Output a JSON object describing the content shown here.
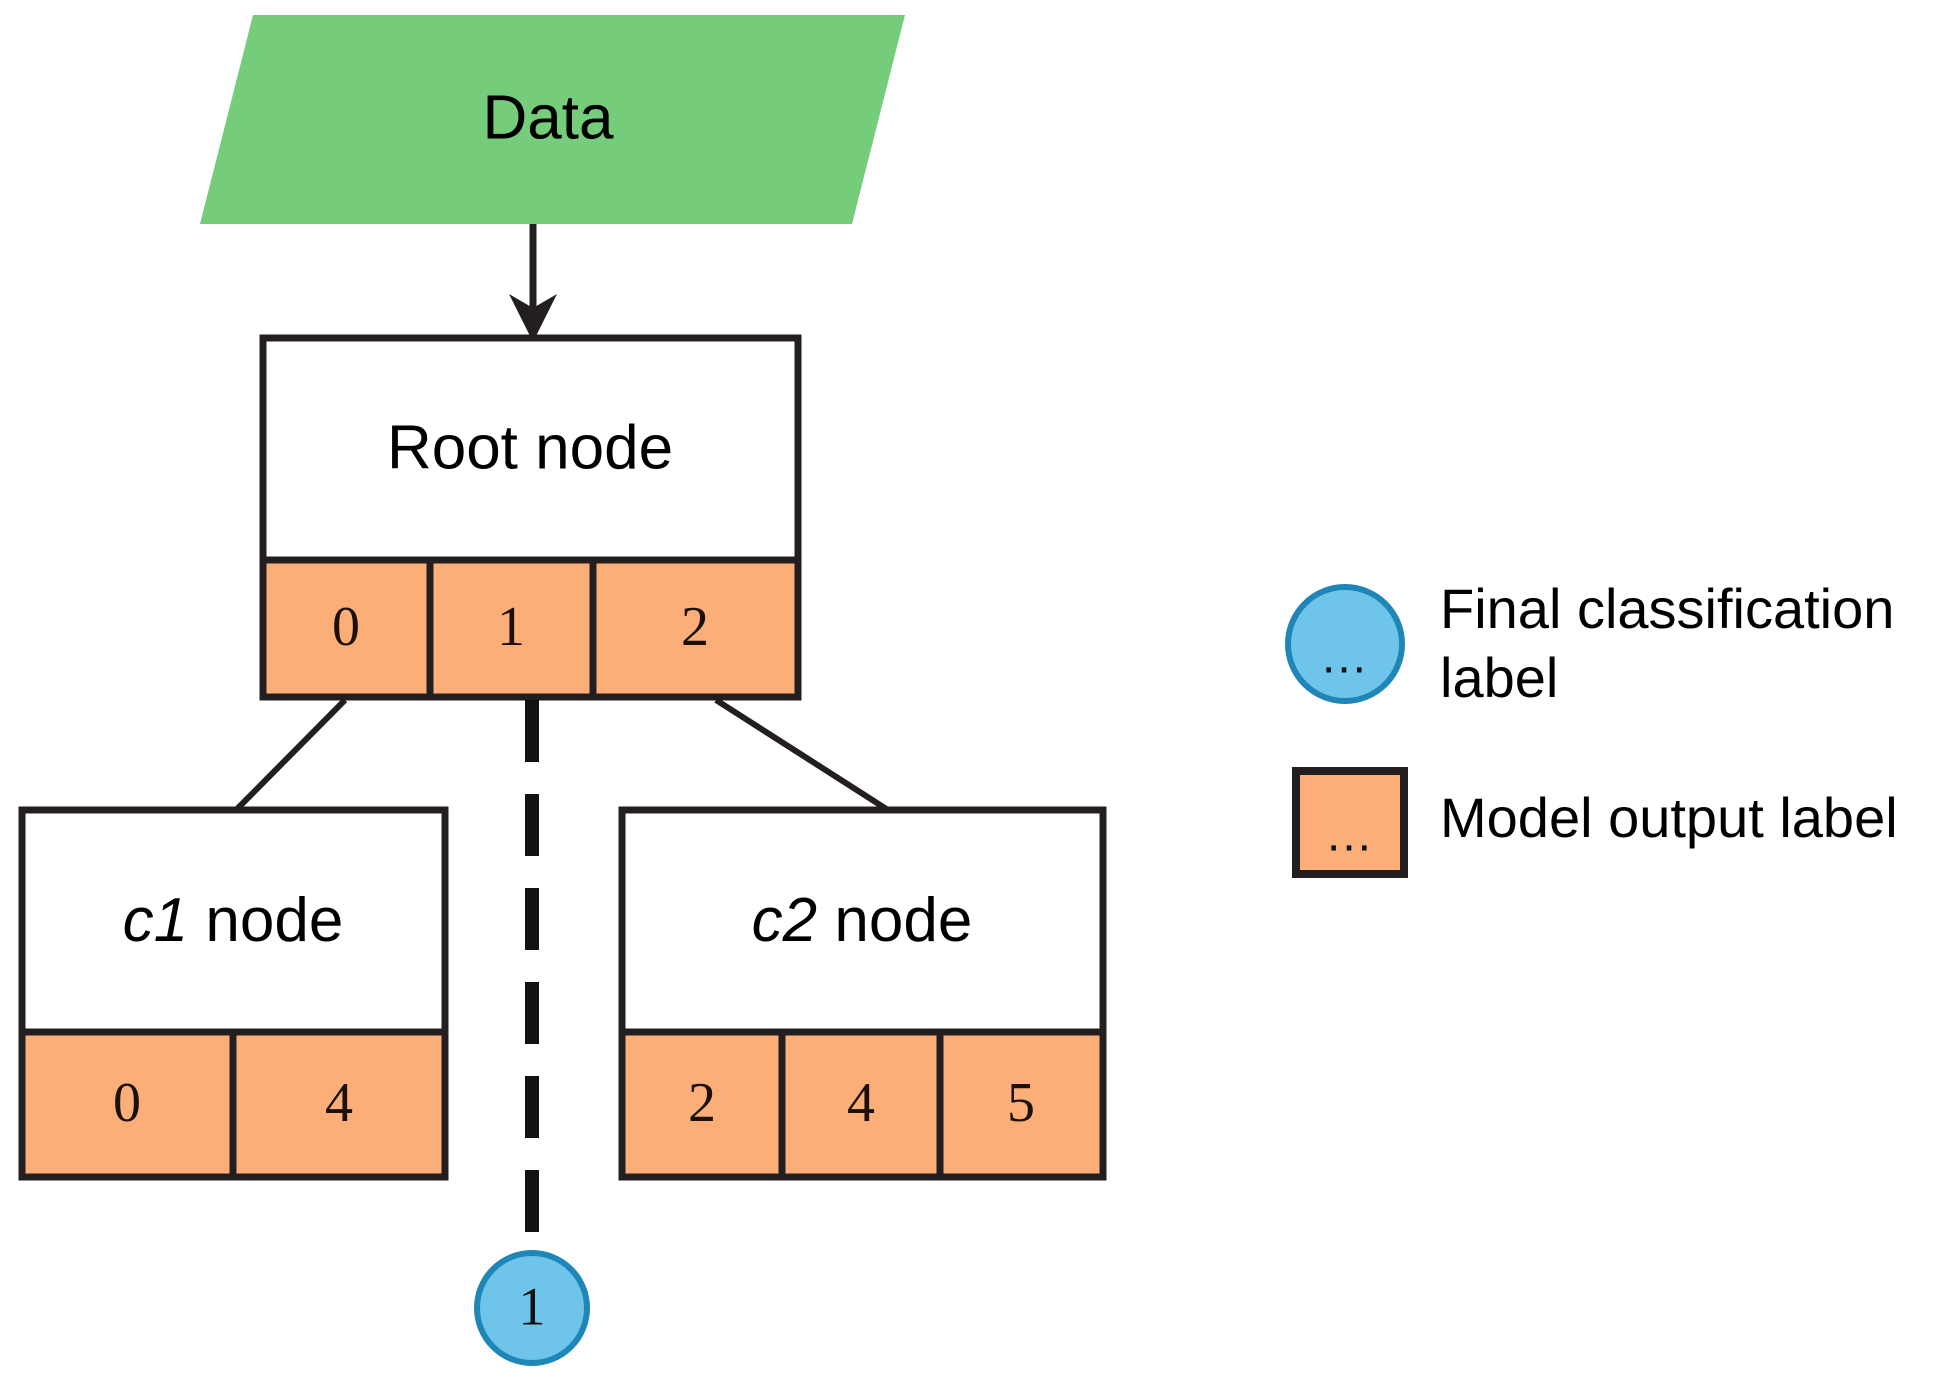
{
  "diagram": {
    "type": "decision-tree-flowchart",
    "colors": {
      "data_fill": "#75cc7a",
      "node_fill": "#ffffff",
      "label_cell_fill": "#fcae79",
      "final_label_fill": "#6ec5e9",
      "final_label_stroke": "#1f86b8",
      "stroke": "#231f20",
      "background": "#ffffff"
    },
    "data_shape": {
      "label": "Data",
      "shape": "parallelogram"
    },
    "root_node": {
      "title": "Root node",
      "cells": [
        "0",
        "1",
        "2"
      ]
    },
    "child_nodes": [
      {
        "title_italic": "c1",
        "title_rest": " node",
        "title_full": "c1 node",
        "cells": [
          "0",
          "4"
        ]
      },
      {
        "title_italic": "c2",
        "title_rest": " node",
        "title_full": "c2 node",
        "cells": [
          "2",
          "4",
          "5"
        ]
      }
    ],
    "final_label": {
      "value": "1",
      "shape": "circle"
    },
    "legend": {
      "items": [
        {
          "marker": "circle",
          "marker_text": "...",
          "label_line1": "Final classification",
          "label_line2": "label",
          "label_full": "Final classification label"
        },
        {
          "marker": "square",
          "marker_text": "...",
          "label_line1": "Model output label",
          "label_line2": "",
          "label_full": "Model output label"
        }
      ]
    },
    "edges": [
      {
        "from": "Data",
        "to": "Root node",
        "style": "solid-arrow"
      },
      {
        "from": "Root node cell 0",
        "to": "c1 node",
        "style": "solid"
      },
      {
        "from": "Root node cell 1",
        "to": "final label 1",
        "style": "dashed"
      },
      {
        "from": "Root node cell 2",
        "to": "c2 node",
        "style": "solid"
      }
    ]
  }
}
